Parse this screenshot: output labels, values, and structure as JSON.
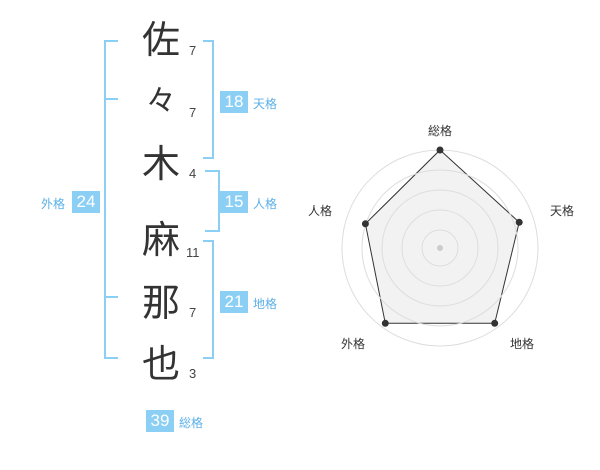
{
  "name": {
    "chars": [
      {
        "char": "佐",
        "strokes": "7"
      },
      {
        "char": "々",
        "strokes": "7"
      },
      {
        "char": "木",
        "strokes": "4"
      },
      {
        "char": "麻",
        "strokes": "11"
      },
      {
        "char": "那",
        "strokes": "7"
      },
      {
        "char": "也",
        "strokes": "3"
      }
    ]
  },
  "fortunes": {
    "tenkaku": {
      "value": "18",
      "label": "天格"
    },
    "jinkaku": {
      "value": "15",
      "label": "人格"
    },
    "chikaku": {
      "value": "21",
      "label": "地格"
    },
    "gaikaku": {
      "value": "24",
      "label": "外格"
    },
    "soukaku": {
      "value": "39",
      "label": "総格"
    }
  },
  "radar": {
    "axes": [
      "総格",
      "天格",
      "地格",
      "外格",
      "人格"
    ],
    "values": [
      1.0,
      0.85,
      0.95,
      0.95,
      0.8
    ],
    "colors": {
      "fill": "#f2f2f2",
      "grid": "#dddddd",
      "line": "#333333",
      "center": "#cccccc"
    }
  },
  "colors": {
    "accent": "#8ccff5",
    "label": "#5bb0e8"
  }
}
